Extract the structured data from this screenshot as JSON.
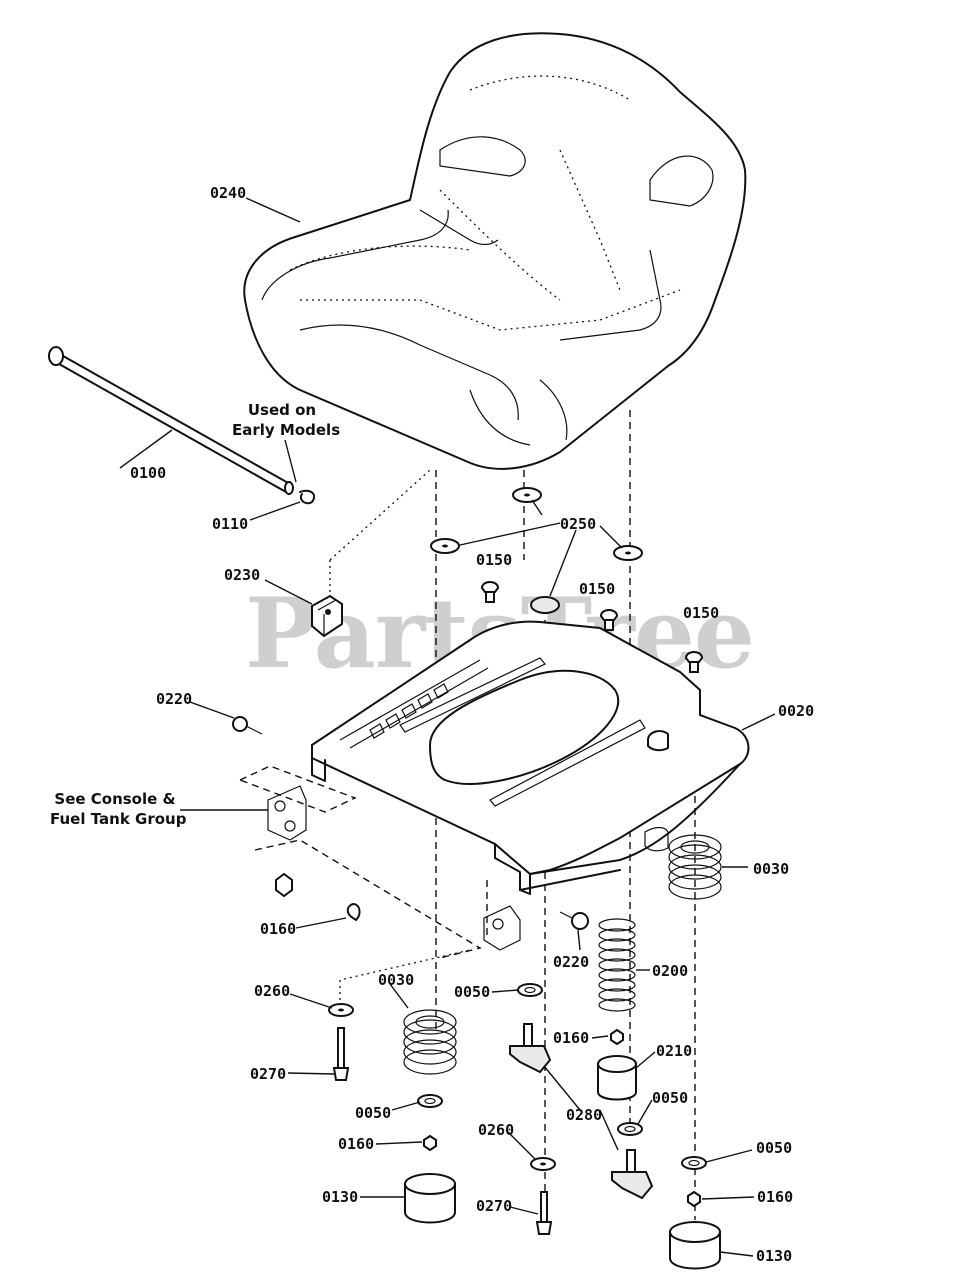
{
  "watermark": "PartsTree",
  "notes": {
    "early_models_line1": "Used on",
    "early_models_line2": "Early Models",
    "console_line1": "See Console &",
    "console_line2": "Fuel Tank Group"
  },
  "labels": {
    "p0240": "0240",
    "p0100": "0100",
    "p0110": "0110",
    "p0250": "0250",
    "p0150_a": "0150",
    "p0150_b": "0150",
    "p0150_c": "0150",
    "p0230": "0230",
    "p0220_a": "0220",
    "p0020": "0020",
    "p0030_a": "0030",
    "p0160_a": "0160",
    "p0220_b": "0220",
    "p0200": "0200",
    "p0260_a": "0260",
    "p0030_b": "0030",
    "p0050_a": "0050",
    "p0160_b": "0160",
    "p0210": "0210",
    "p0270_a": "0270",
    "p0050_b": "0050",
    "p0280": "0280",
    "p0050_c": "0050",
    "p0160_c": "0160",
    "p0260_b": "0260",
    "p0050_d": "0050",
    "p0130_a": "0130",
    "p0160_d": "0160",
    "p0270_b": "0270",
    "p0130_b": "0130"
  }
}
